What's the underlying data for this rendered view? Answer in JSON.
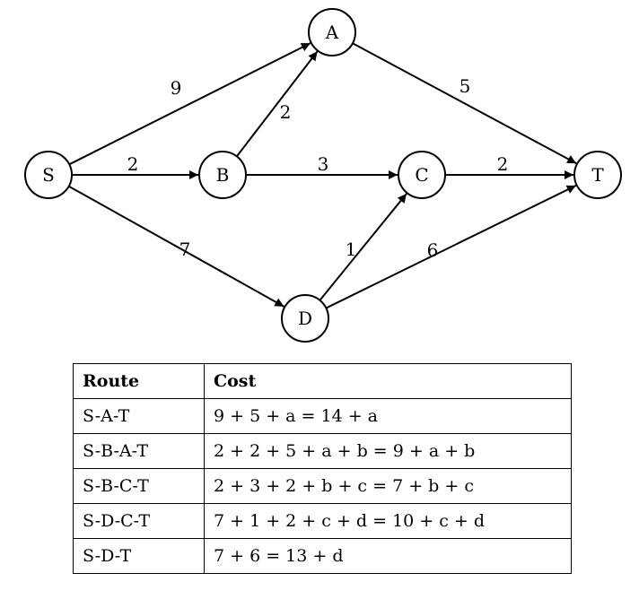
{
  "graph": {
    "nodes": [
      {
        "id": "S",
        "label": "S"
      },
      {
        "id": "A",
        "label": "A"
      },
      {
        "id": "B",
        "label": "B"
      },
      {
        "id": "C",
        "label": "C"
      },
      {
        "id": "D",
        "label": "D"
      },
      {
        "id": "T",
        "label": "T"
      }
    ],
    "edges": [
      {
        "from": "S",
        "to": "A",
        "weight": "9"
      },
      {
        "from": "S",
        "to": "B",
        "weight": "2"
      },
      {
        "from": "S",
        "to": "D",
        "weight": "7"
      },
      {
        "from": "B",
        "to": "A",
        "weight": "2"
      },
      {
        "from": "B",
        "to": "C",
        "weight": "3"
      },
      {
        "from": "A",
        "to": "T",
        "weight": "5"
      },
      {
        "from": "C",
        "to": "T",
        "weight": "2"
      },
      {
        "from": "D",
        "to": "C",
        "weight": "1"
      },
      {
        "from": "D",
        "to": "T",
        "weight": "6"
      }
    ]
  },
  "table": {
    "headers": {
      "route": "Route",
      "cost": "Cost"
    },
    "rows": [
      {
        "route": "S-A-T",
        "cost": "9 + 5 + a = 14 + a"
      },
      {
        "route": "S-B-A-T",
        "cost": "2 + 2 + 5 + a + b = 9 + a + b"
      },
      {
        "route": "S-B-C-T",
        "cost": "2 + 3 + 2 + b + c = 7 + b + c"
      },
      {
        "route": "S-D-C-T",
        "cost": "7 + 1 + 2 + c + d = 10 + c + d"
      },
      {
        "route": "S-D-T",
        "cost": "7 + 6 = 13 + d"
      }
    ]
  }
}
